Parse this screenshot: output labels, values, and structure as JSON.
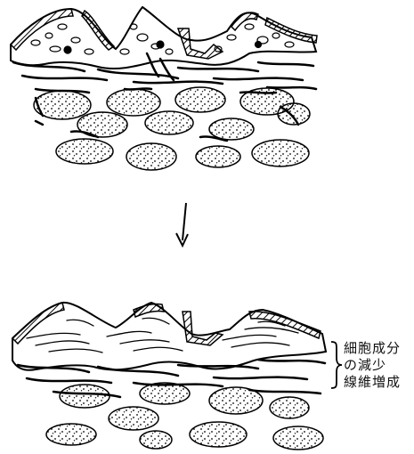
{
  "annotation": {
    "lines": [
      "細胞成分",
      "の減少",
      "線維増成"
    ]
  }
}
